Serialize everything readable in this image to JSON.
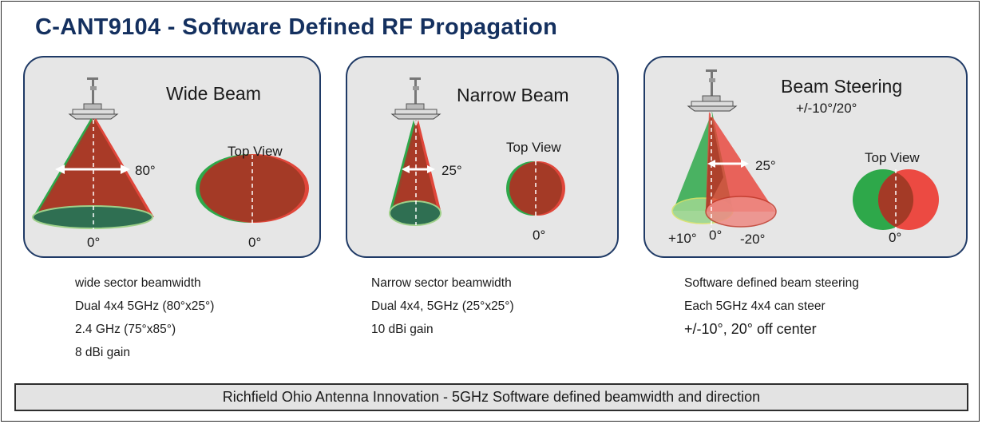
{
  "title": "C-ANT9104 - Software Defined RF Propagation",
  "panels": [
    {
      "title": "Wide Beam",
      "top_view_label": "Top View",
      "angle_label": "80°",
      "cone_bottom_label": "0°",
      "top_view_bottom_label": "0°",
      "description": [
        "wide sector beamwidth",
        "Dual 4x4 5GHz (80°x25°)",
        "2.4 GHz (75°x85°)",
        "8 dBi gain"
      ]
    },
    {
      "title": "Narrow Beam",
      "top_view_label": "Top View",
      "angle_label": "25°",
      "top_view_bottom_label": "0°",
      "description": [
        "Narrow sector beamwidth",
        "Dual 4x4, 5GHz (25°x25°)",
        "10 dBi gain"
      ]
    },
    {
      "title": "Beam Steering",
      "subtitle": "+/-10°/20°",
      "top_view_label": "Top View",
      "angle_label": "25°",
      "steer_labels": [
        "+10°",
        "0°",
        "-20°"
      ],
      "top_view_bottom_label": "0°",
      "description": [
        "Software defined beam steering",
        "Each 5GHz 4x4 can steer",
        "+/-10°, 20° off center"
      ]
    }
  ],
  "footer": "Richfield Ohio Antenna Innovation - 5GHz Software defined beamwidth and direction",
  "colors": {
    "title": "#14305f",
    "panel_border": "#1f3a66",
    "panel_bg": "#e6e6e6",
    "beam_red": "#d83b2e",
    "beam_green": "#2ea84a",
    "beam_overlap": "#9a3c26"
  }
}
